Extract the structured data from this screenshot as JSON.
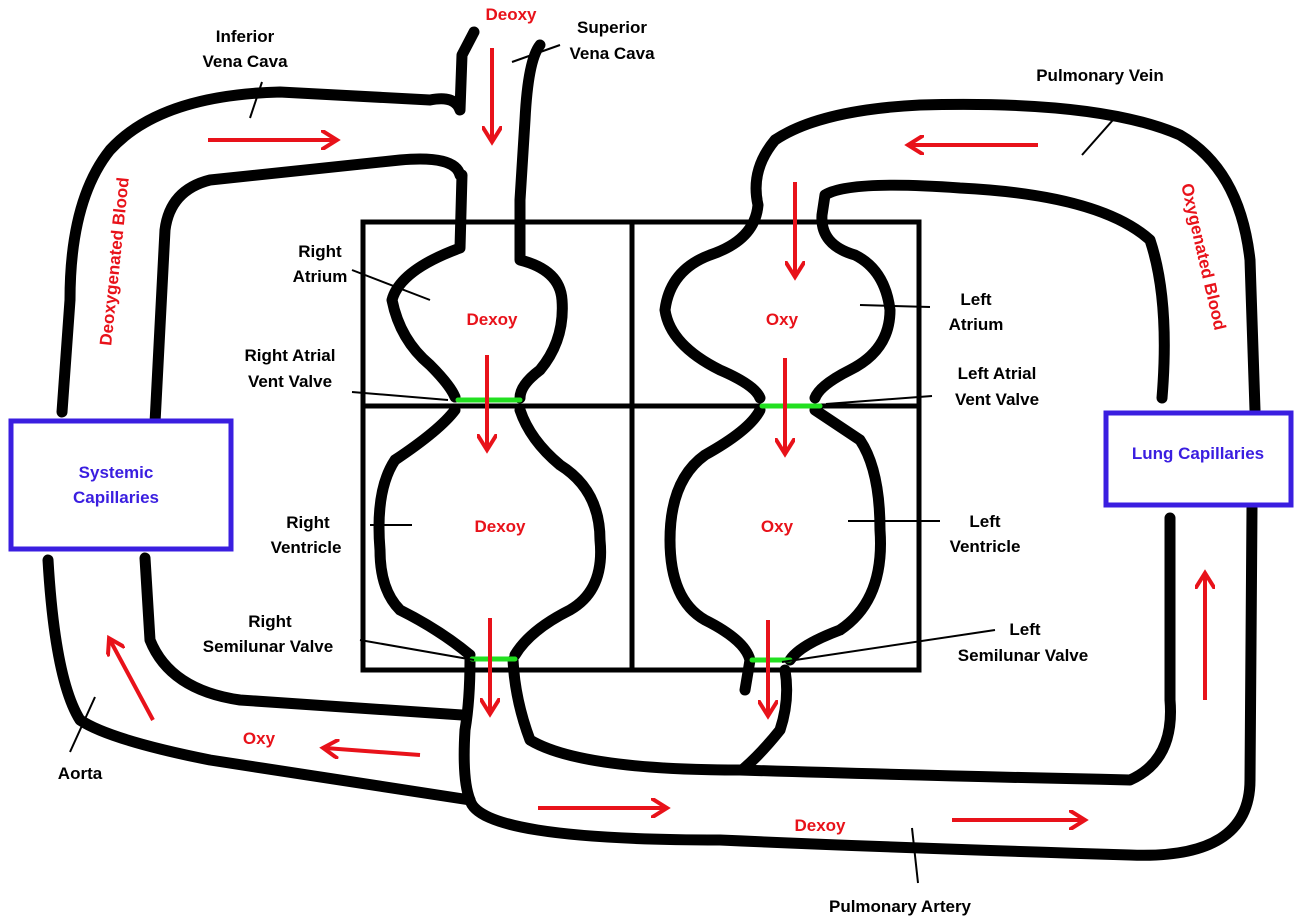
{
  "labels": {
    "deoxy_top": "Deoxy",
    "superior_vena_cava": [
      "Superior",
      "Vena Cava"
    ],
    "inferior_vena_cava": [
      "Inferior",
      "Vena Cava"
    ],
    "pulmonary_vein": "Pulmonary Vein",
    "deoxygenated_blood": "Deoxygenated Blood",
    "oxygenated_blood": "Oxygenated Blood",
    "right_atrium": [
      "Right",
      "Atrium"
    ],
    "left_atrium": [
      "Left",
      "Atrium"
    ],
    "right_av_valve": [
      "Right Atrial",
      "Vent Valve"
    ],
    "left_av_valve": [
      "Left Atrial",
      "Vent Valve"
    ],
    "right_ventricle": [
      "Right",
      "Ventricle"
    ],
    "left_ventricle": [
      "Left",
      "Ventricle"
    ],
    "right_semilunar": [
      "Right",
      "Semilunar Valve"
    ],
    "left_semilunar": [
      "Left",
      "Semilunar Valve"
    ],
    "aorta": "Aorta",
    "pulmonary_artery": "Pulmonary Artery",
    "systemic_capillaries": [
      "Systemic",
      "Capillaries"
    ],
    "lung_capillaries": "Lung Capillaries",
    "ra_state": "Dexoy",
    "rv_state": "Dexoy",
    "la_state": "Oxy",
    "lv_state": "Oxy",
    "aorta_state": "Oxy",
    "pa_state": "Dexoy"
  },
  "colors": {
    "flow_arrow": "#e8121a",
    "valve": "#22e020",
    "capillary_box": "#3a1ee0",
    "vessel": "#000000"
  }
}
